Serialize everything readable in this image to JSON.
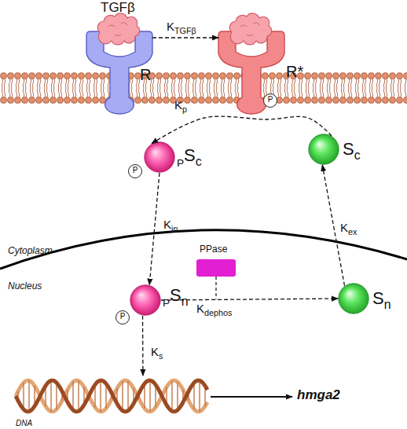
{
  "diagram": {
    "nodes": [
      {
        "text": [
          "R"
        ]
      },
      {
        "text": [
          "R*"
        ]
      },
      {
        "text": [
          "PSc"
        ]
      },
      {
        "text": [
          "Sc"
        ]
      },
      {
        "text": [
          "PPase"
        ]
      },
      {
        "text": [
          "PSn"
        ]
      },
      {
        "text": [
          "Sn"
        ]
      },
      {
        "text": [
          "DNA"
        ]
      }
    ],
    "edges": [
      {
        "from": 0,
        "to": 1,
        "arrow": "to",
        "label": "KTGFβ"
      },
      {
        "from": 3,
        "to": 2,
        "arrow": "to",
        "label": "Kp"
      },
      {
        "from": 2,
        "to": 5,
        "arrow": "to",
        "label": "Kin"
      },
      {
        "from": 5,
        "to": 6,
        "arrow": "to",
        "label": "Kdephos"
      },
      {
        "from": 6,
        "to": 3,
        "arrow": "to",
        "label": "Kex"
      },
      {
        "from": 5,
        "to": 7,
        "arrow": "to",
        "label": "Ks"
      }
    ],
    "labels": [
      "TGFβ",
      "P",
      "P",
      "P",
      "Cytoplasm",
      "Nucleus",
      "hmga2"
    ]
  }
}
